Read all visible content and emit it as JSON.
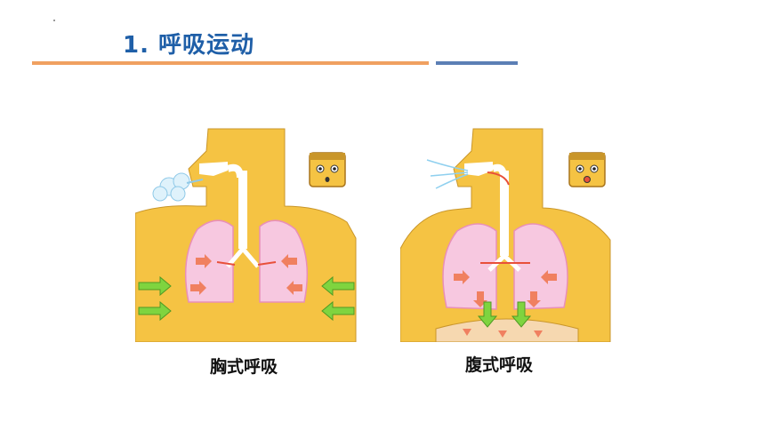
{
  "slide": {
    "title": "1. 呼吸运动"
  },
  "figures": [
    {
      "caption": "胸式呼吸"
    },
    {
      "caption": "腹式呼吸"
    }
  ],
  "colors": {
    "title": "#1f5fa8",
    "rule_orange": "#f0a060",
    "rule_blue": "#5b7fb5",
    "body": "#f5c343",
    "lung": "#f7c8e0",
    "arrow": "#e8503a",
    "green_arrow": "#7fd43f"
  }
}
